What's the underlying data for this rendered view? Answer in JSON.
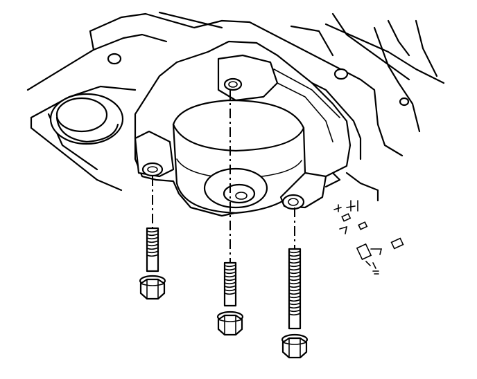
{
  "diagram": {
    "subject": "solenoid-assembly-bolt-removal",
    "components": [
      "valve-body-housing",
      "solenoid-body",
      "mounting-bolt-left",
      "mounting-bolt-center",
      "mounting-bolt-right"
    ],
    "colors": {
      "line": "#000000",
      "background": "#ffffff"
    }
  }
}
